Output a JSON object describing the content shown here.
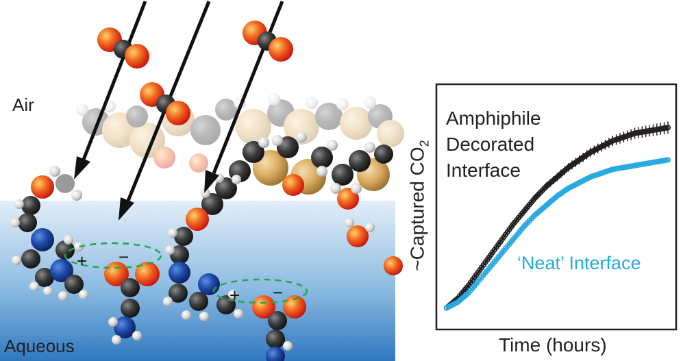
{
  "labels": {
    "air": "Air",
    "aqueous": "Aqueous",
    "plus": "+",
    "minus": "−"
  },
  "colors": {
    "oxygen": "#e8361c",
    "carbon": "#2b2b2b",
    "nitrogen": "#1c3f94",
    "hydrogen": "#d9d9d9",
    "sulfur": "#d8aa5e",
    "water_top": "#dbe9f5",
    "water_bottom": "#3b82c4",
    "dash": "#1fa84a",
    "series_black": "#231f20",
    "series_blue": "#27aae1"
  },
  "chart_data": {
    "type": "line",
    "xlabel": "Time (hours)",
    "ylabel": "~Captured CO",
    "ylabel_sub": "2",
    "series": [
      {
        "name_lines": [
          "Amphiphile",
          "Decorated",
          "Interface"
        ],
        "color": "#231f20",
        "error_bars": true,
        "x": [
          0,
          0.05,
          0.1,
          0.15,
          0.2,
          0.25,
          0.3,
          0.35,
          0.4,
          0.45,
          0.5,
          0.55,
          0.6,
          0.65,
          0.7,
          0.75,
          0.8,
          0.85,
          0.9,
          0.95,
          1.0
        ],
        "y": [
          0.02,
          0.07,
          0.14,
          0.22,
          0.3,
          0.38,
          0.46,
          0.53,
          0.6,
          0.66,
          0.71,
          0.76,
          0.8,
          0.84,
          0.87,
          0.9,
          0.92,
          0.94,
          0.95,
          0.96,
          0.97
        ]
      },
      {
        "name": "‘Neat’ Interface",
        "color": "#27aae1",
        "error_bars": false,
        "x": [
          0,
          0.05,
          0.1,
          0.15,
          0.2,
          0.25,
          0.3,
          0.35,
          0.4,
          0.45,
          0.5,
          0.55,
          0.6,
          0.65,
          0.7,
          0.75,
          0.8,
          0.85,
          0.9,
          0.95,
          1.0
        ],
        "y": [
          0.02,
          0.05,
          0.1,
          0.17,
          0.24,
          0.31,
          0.38,
          0.45,
          0.51,
          0.56,
          0.61,
          0.65,
          0.68,
          0.71,
          0.73,
          0.75,
          0.76,
          0.77,
          0.78,
          0.79,
          0.8
        ]
      }
    ]
  }
}
